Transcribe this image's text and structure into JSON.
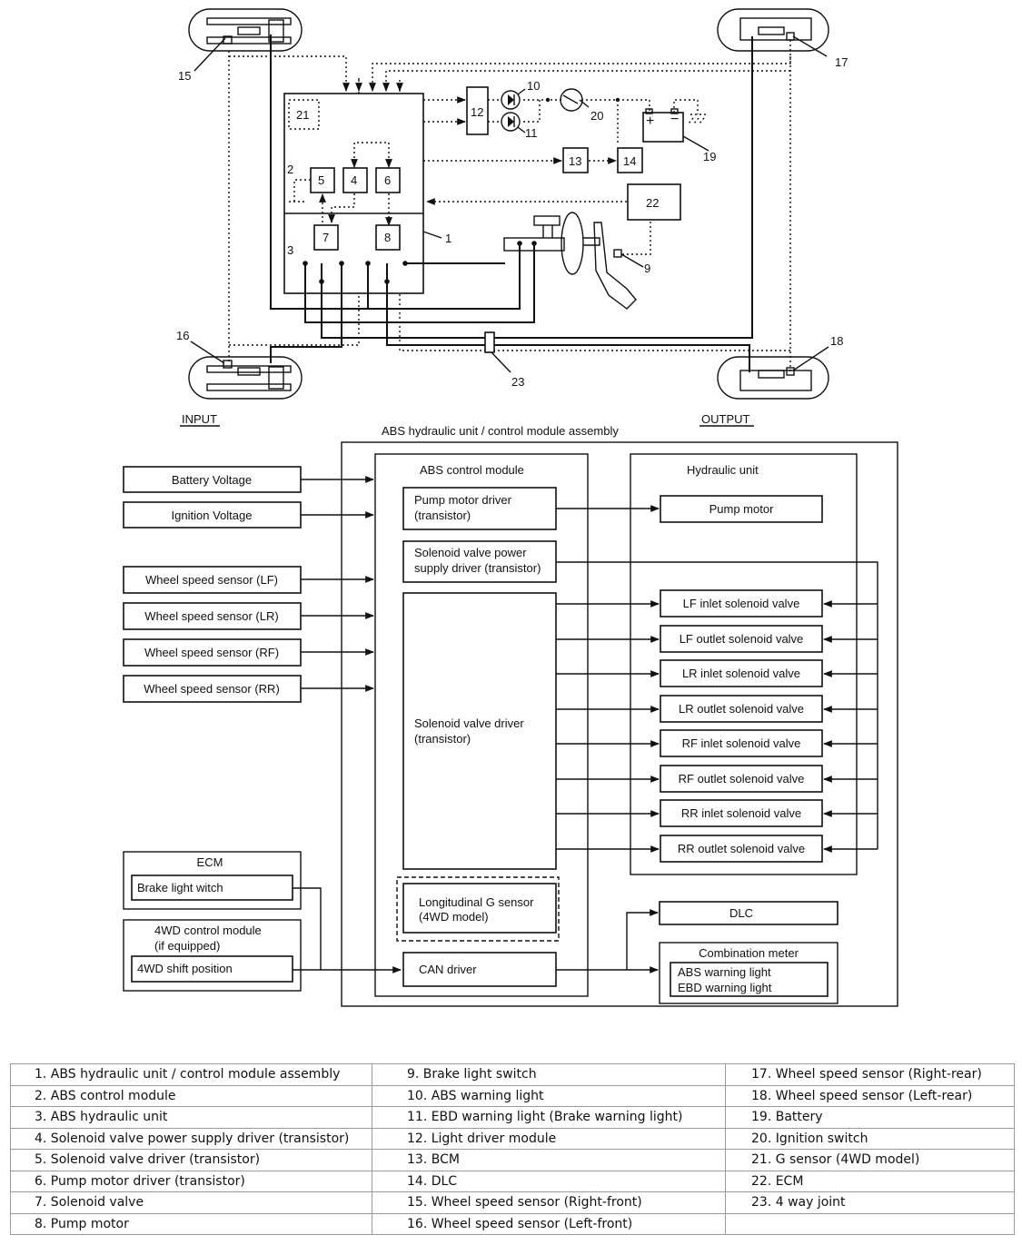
{
  "top_callouts": [
    "1",
    "2",
    "3",
    "4",
    "5",
    "6",
    "7",
    "8",
    "9",
    "10",
    "11",
    "12",
    "13",
    "14",
    "15",
    "16",
    "17",
    "18",
    "19",
    "20",
    "21",
    "22",
    "23"
  ],
  "block": {
    "input_heading": "INPUT",
    "output_heading": "OUTPUT",
    "assembly_title": "ABS hydraulic unit  / control module assembly",
    "inputs": {
      "battery_voltage": "Battery Voltage",
      "ignition_voltage": "Ignition Voltage",
      "wss_lf": "Wheel speed sensor (LF)",
      "wss_lr": "Wheel speed sensor (LR)",
      "wss_rf": "Wheel speed sensor (RF)",
      "wss_rr": "Wheel speed sensor (RR)",
      "ecm_title": "ECM",
      "ecm_item": "Brake light witch",
      "fourwd_title_1": "4WD control module",
      "fourwd_title_2": "(if equipped)",
      "fourwd_item": "4WD shift position"
    },
    "control_module": {
      "title": "ABS control module",
      "pump_driver_1": "Pump motor driver",
      "pump_driver_2": "(transistor)",
      "sv_power_1": "Solenoid valve power",
      "sv_power_2": "supply driver (transistor)",
      "sv_driver_1": "Solenoid valve driver",
      "sv_driver_2": "(transistor)",
      "g_sensor_1": "Longitudinal G sensor",
      "g_sensor_2": "(4WD model)",
      "can_driver": "CAN driver"
    },
    "hydraulic_unit": {
      "title": "Hydraulic unit",
      "pump_motor": "Pump motor",
      "valves": [
        "LF inlet solenoid valve",
        "LF outlet solenoid valve",
        "LR inlet solenoid valve",
        "LR outlet solenoid valve",
        "RF inlet solenoid valve",
        "RF outlet solenoid valve",
        "RR inlet solenoid valve",
        "RR outlet solenoid valve"
      ]
    },
    "outputs": {
      "dlc": "DLC",
      "combination_meter": "Combination meter",
      "abs_warning": "ABS warning light",
      "ebd_warning": "EBD warning light"
    }
  },
  "legend": [
    [
      "1. ABS hydraulic unit / control module assembly",
      "9. Brake light switch",
      "17. Wheel speed sensor (Right-rear)"
    ],
    [
      "2. ABS control module",
      "10. ABS warning light",
      "18. Wheel speed sensor (Left-rear)"
    ],
    [
      "3. ABS hydraulic unit",
      "11. EBD warning light (Brake warning light)",
      "19. Battery"
    ],
    [
      "4. Solenoid valve power supply driver (transistor)",
      "12. Light driver module",
      "20. Ignition switch"
    ],
    [
      "5. Solenoid valve driver (transistor)",
      "13. BCM",
      "21. G sensor (4WD model)"
    ],
    [
      "6. Pump motor driver (transistor)",
      "14. DLC",
      "22. ECM"
    ],
    [
      "7. Solenoid valve",
      "15. Wheel speed sensor (Right-front)",
      "23. 4 way joint"
    ],
    [
      "8. Pump motor",
      "16. Wheel speed sensor (Left-front)",
      ""
    ]
  ]
}
